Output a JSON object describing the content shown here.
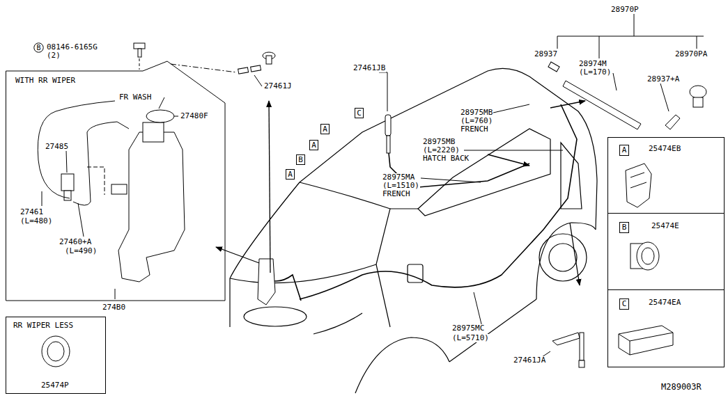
{
  "diagram": {
    "nodes": [
      {
        "text": [
          "B"
        ]
      },
      {
        "text": [
          "WITH RR WIPER"
        ]
      },
      {
        "text": [
          "C"
        ]
      },
      {
        "text": [
          "A"
        ]
      },
      {
        "text": [
          "A"
        ]
      },
      {
        "text": [
          "B"
        ]
      },
      {
        "text": [
          "A"
        ]
      },
      {
        "text": [
          "25474EB"
        ]
      },
      {
        "text": [
          "A"
        ],
        "in": 7
      },
      {
        "text": [
          "25474E"
        ]
      },
      {
        "text": [
          "B"
        ],
        "in": 9
      },
      {
        "text": [
          "25474EA"
        ]
      },
      {
        "text": [
          "C"
        ],
        "in": 11
      },
      {
        "text": [
          "RR WIPER LESS",
          "25474P"
        ]
      }
    ],
    "labels": [
      "08146-6165G",
      "(2)",
      "27461J",
      "FR WASH",
      "27480F",
      "27485",
      "27461",
      "(L=480)",
      "27460+A",
      "(L=490)",
      "274B0",
      "27461JB",
      "28975MB",
      "(L=760)",
      "FRENCH",
      "28975MB",
      "(L=2220)",
      "HATCH BACK",
      "28975MA",
      "(L=1510)",
      "FRENCH",
      "28970P",
      "28937",
      "28974M",
      "(L=170)",
      "28970PA",
      "28937+A",
      "28975MC",
      "(L=5710)",
      "27461JA",
      "M289003R"
    ]
  }
}
